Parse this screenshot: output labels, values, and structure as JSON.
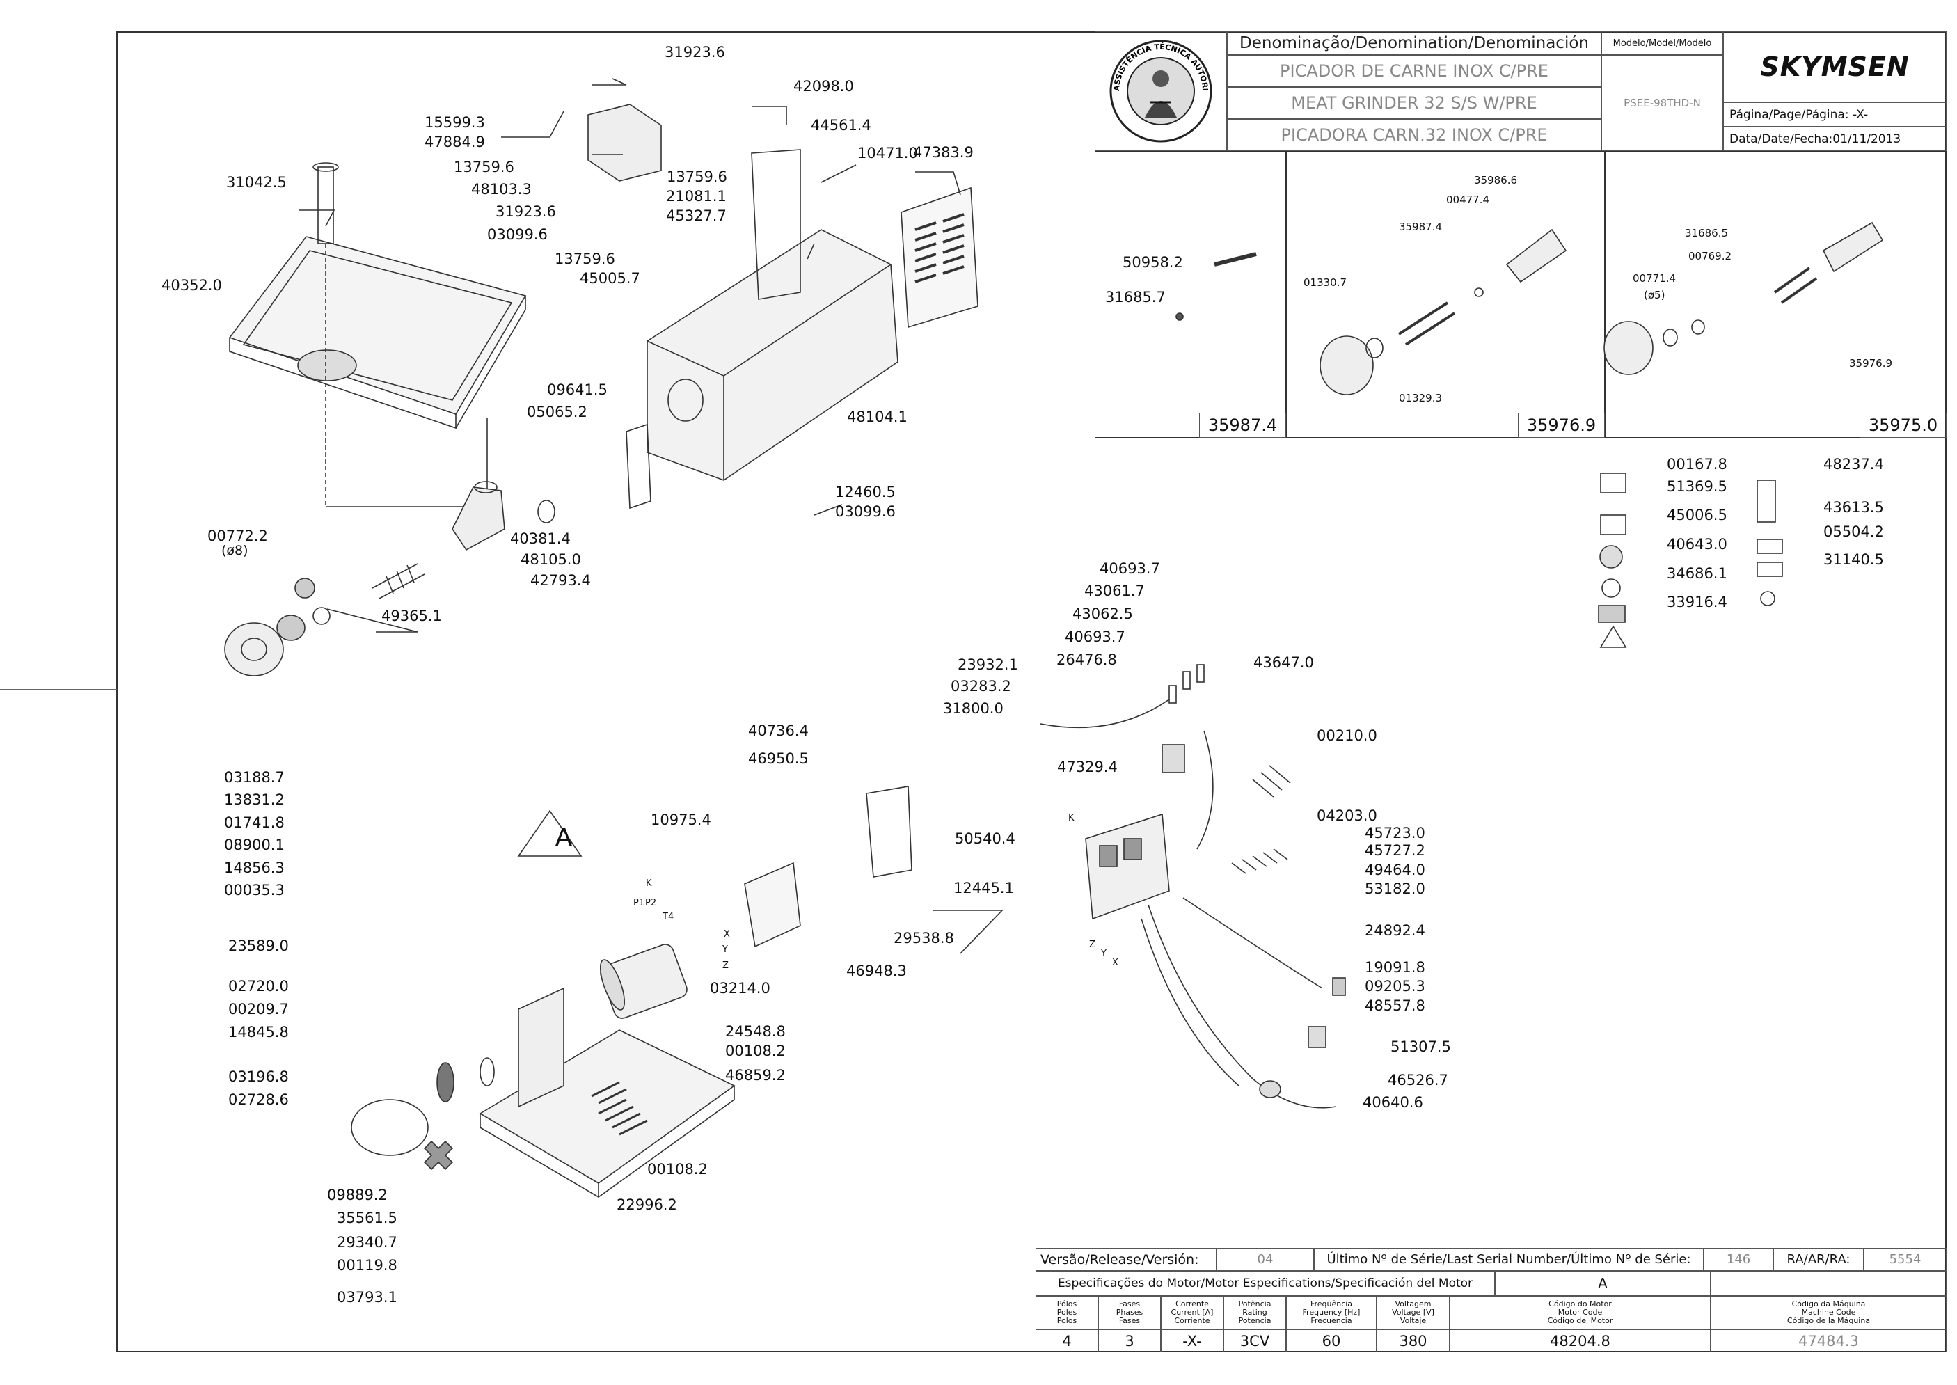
{
  "title_block": {
    "denomination_header": "Denominação/Denomination/Denominación",
    "model_header": "Modelo/Model/Modelo",
    "name_pt": "PICADOR DE CARNE INOX C/PRE",
    "name_en": "MEAT GRINDER 32 S/S W/PRE",
    "name_es": "PICADORA CARN.32 INOX C/PRE",
    "model": "PSEE-98THD-N",
    "brand": "SKYMSEN",
    "seal_text": "ASSISTÊNCIA TÉCNICA AUTORIZADA",
    "page_label": "Página/Page/Página:",
    "page_value": "-X-",
    "date_label": "Data/Date/Fecha:",
    "date_value": "01/11/2013"
  },
  "kit_panels": [
    {
      "code": "35987.4",
      "parts": [
        "50958.2",
        "31685.7"
      ]
    },
    {
      "code": "35976.9",
      "parts": [
        "35986.6",
        "00477.4",
        "35987.4",
        "01330.7",
        "01329.3"
      ]
    },
    {
      "code": "35975.0",
      "parts": [
        "31686.5",
        "00769.2",
        "00771.4",
        "(ø5)",
        "35976.9"
      ]
    }
  ],
  "part_labels": {
    "top_left": [
      "31923.6",
      "15599.3",
      "47884.9",
      "13759.6",
      "48103.3",
      "31923.6",
      "03099.6",
      "31042.5",
      "40352.0",
      "42098.0",
      "44561.4",
      "10471.0",
      "13759.6",
      "21081.1",
      "45327.7",
      "13759.6",
      "45005.7",
      "47383.9",
      "09641.5",
      "05065.2",
      "48104.1",
      "12460.5",
      "03099.6",
      "40381.4",
      "48105.0",
      "42793.4",
      "00772.2",
      "(ø8)",
      "49365.1"
    ],
    "labels_block": [
      "00167.8",
      "51369.5",
      "45006.5",
      "40643.0",
      "34686.1",
      "33916.4",
      "48237.4",
      "43613.5",
      "05504.2",
      "31140.5"
    ],
    "electrical": [
      "40693.7",
      "43061.7",
      "43062.5",
      "40693.7",
      "26476.8",
      "43647.0",
      "23932.1",
      "03283.2",
      "31800.0",
      "47329.4",
      "00210.0",
      "04203.0",
      "50540.4",
      "45723.0",
      "45727.2",
      "49464.0",
      "53182.0",
      "24892.4",
      "19091.8",
      "09205.3",
      "48557.8",
      "51307.5",
      "46526.7",
      "40640.6"
    ],
    "motor": [
      "03188.7",
      "13831.2",
      "01741.8",
      "08900.1",
      "14856.3",
      "00035.3",
      "23589.0",
      "02720.0",
      "00209.7",
      "14845.8",
      "03196.8",
      "02728.6",
      "09889.2",
      "35561.5",
      "29340.7",
      "00119.8",
      "03793.1",
      "40736.4",
      "46950.5",
      "10975.4",
      "12445.1",
      "29538.8",
      "46948.3",
      "03214.0",
      "24548.8",
      "00108.2",
      "46859.2",
      "00108.2",
      "22996.2"
    ]
  },
  "motor_wiring": [
    "K",
    "P1",
    "P2",
    "T4",
    "X",
    "Y",
    "Z"
  ],
  "wiring_marks": [
    "K",
    "Z",
    "Y",
    "X"
  ],
  "warning_marker": "A",
  "bottom_table": {
    "version_label": "Versão/Release/Versión:",
    "version_value": "04",
    "serial_label": "Último Nº de Série/Last Serial Number/Último Nº de Série:",
    "serial_value": "146",
    "ra_label": "RA/AR/RA:",
    "ra_value": "5554",
    "motor_spec_header": "Especificações do Motor/Motor Especifications/Specificación del Motor",
    "column_group_letter": "A",
    "columns": [
      {
        "h": [
          "Pólos",
          "Poles",
          "Polos"
        ],
        "v": "4"
      },
      {
        "h": [
          "Fases",
          "Phases",
          "Fases"
        ],
        "v": "3"
      },
      {
        "h": [
          "Corrente",
          "Current [A]",
          "Corriente"
        ],
        "v": "-X-"
      },
      {
        "h": [
          "Potência",
          "Rating",
          "Potencia"
        ],
        "v": "3CV"
      },
      {
        "h": [
          "Freqüência",
          "Frequency [Hz]",
          "Frecuencia"
        ],
        "v": "60"
      },
      {
        "h": [
          "Voltagem",
          "Voltage [V]",
          "Voltaje"
        ],
        "v": "380"
      },
      {
        "h": [
          "Código do Motor",
          "Motor Code",
          "Código del Motor"
        ],
        "v": "48204.8"
      },
      {
        "h": [
          "Código da Máquina",
          "Machine Code",
          "Código de la Máquina"
        ],
        "v": "47484.3"
      }
    ]
  }
}
